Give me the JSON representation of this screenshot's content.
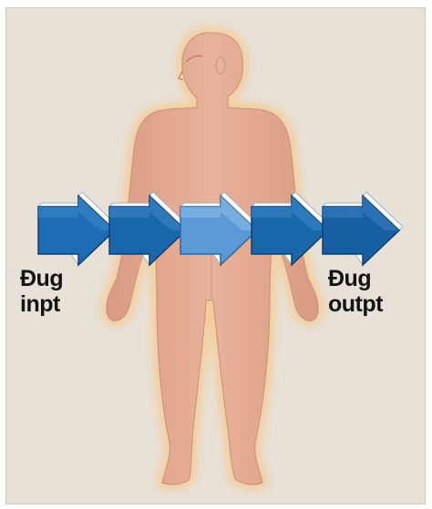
{
  "diagram": {
    "labels": {
      "input": {
        "line1": "Đug",
        "line2": "inpt"
      },
      "output": {
        "line1": "Đug",
        "line2": "outpt"
      }
    },
    "icons": {
      "body": "human-body-icon",
      "arrows": [
        "arrow-right-icon",
        "arrow-right-icon",
        "arrow-right-icon",
        "arrow-right-icon",
        "arrow-right-icon"
      ]
    },
    "colors": {
      "background": "#e7e1d8",
      "skin": "#e3a88f",
      "glow": "#f7d3a2",
      "arrow_dark": "#165fa3",
      "arrow_mid": "#1d6db5",
      "arrow_light": "#5b9ad6",
      "arrow_face": "#ffffff"
    }
  }
}
